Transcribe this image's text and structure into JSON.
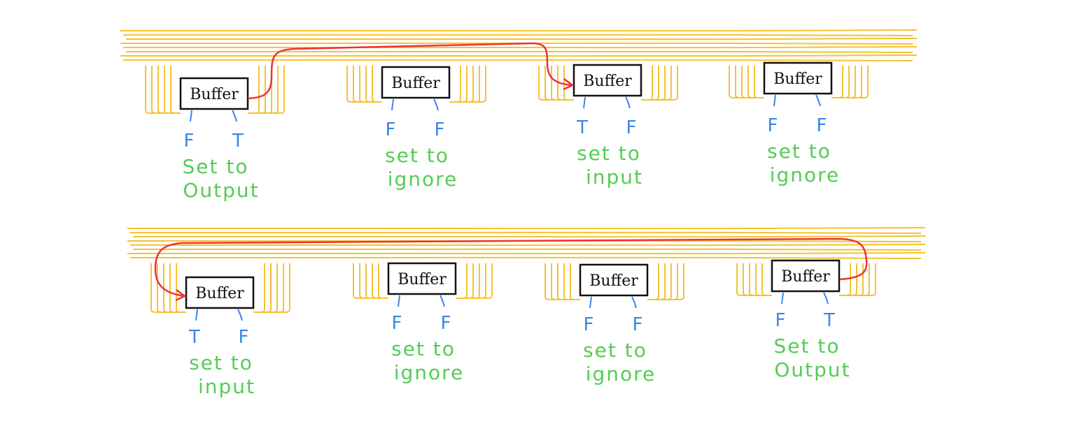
{
  "colors": {
    "bus": "#f5c233",
    "route": "#ee3333",
    "flag": "#3a86e8",
    "note": "#55cc55",
    "box": "#111111"
  },
  "rows": [
    {
      "buffers": [
        {
          "label": "Buffer",
          "left_flag": "F",
          "right_flag": "T",
          "note_line1": "Set to",
          "note_line2": "Output"
        },
        {
          "label": "Buffer",
          "left_flag": "F",
          "right_flag": "F",
          "note_line1": "set to",
          "note_line2": "ignore"
        },
        {
          "label": "Buffer",
          "left_flag": "T",
          "right_flag": "F",
          "note_line1": "set to",
          "note_line2": "input"
        },
        {
          "label": "Buffer",
          "left_flag": "F",
          "right_flag": "F",
          "note_line1": "set to",
          "note_line2": "ignore"
        }
      ]
    },
    {
      "buffers": [
        {
          "label": "Buffer",
          "left_flag": "T",
          "right_flag": "F",
          "note_line1": "set to",
          "note_line2": "input"
        },
        {
          "label": "Buffer",
          "left_flag": "F",
          "right_flag": "F",
          "note_line1": "set to",
          "note_line2": "ignore"
        },
        {
          "label": "Buffer",
          "left_flag": "F",
          "right_flag": "F",
          "note_line1": "set to",
          "note_line2": "ignore"
        },
        {
          "label": "Buffer",
          "left_flag": "F",
          "right_flag": "T",
          "note_line1": "Set to",
          "note_line2": "Output"
        }
      ]
    }
  ]
}
